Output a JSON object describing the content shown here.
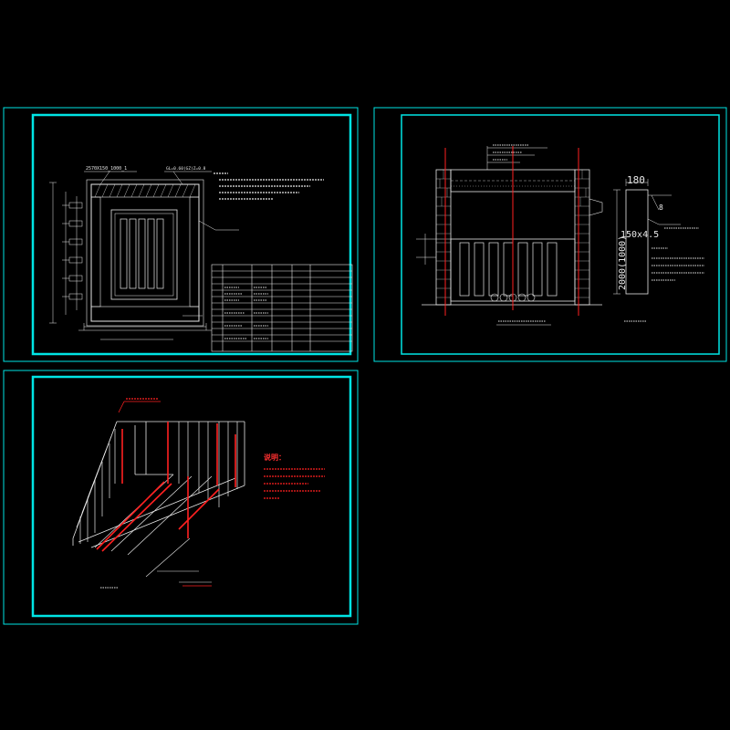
{
  "colors": {
    "frame": "#00e5e5",
    "line": "#e8e8e8",
    "accent": "#ff2020",
    "background": "#000000"
  },
  "panel_top_left": {
    "callout_left": "2570X150_1000_1",
    "callout_right": "GL=0.60(GZ)Z=0.8"
  },
  "panel_top_right": {
    "dim_width": "180",
    "dim_height": "2000(1000)",
    "section_label": "150x4.5",
    "angle_label": "8"
  },
  "panel_bottom_left": {
    "notes_title": "说明："
  }
}
